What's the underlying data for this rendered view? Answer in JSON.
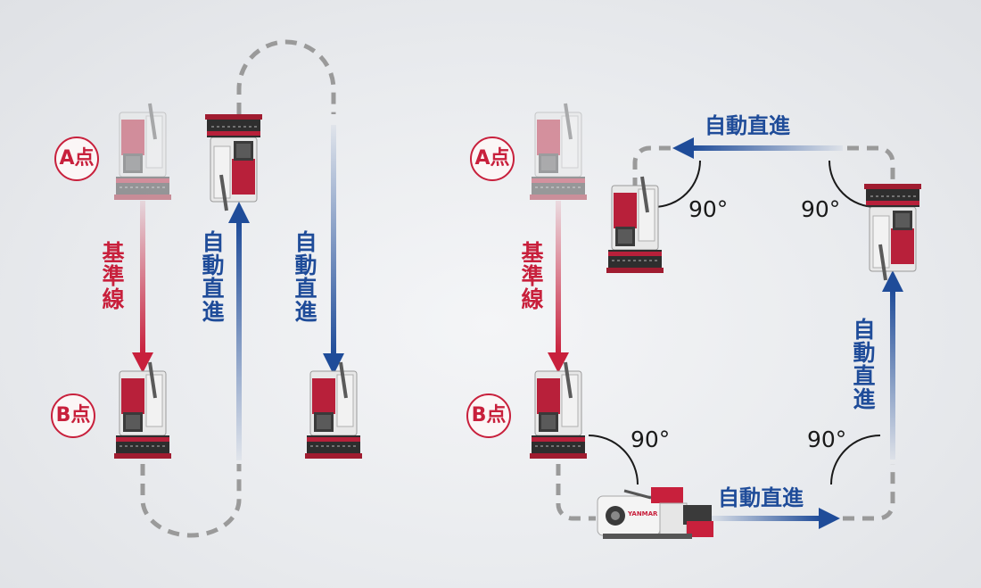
{
  "colors": {
    "red": "#c8203c",
    "blue": "#1f4c99",
    "dash": "#9a9a9a"
  },
  "left": {
    "point_a": "A点",
    "point_b": "B点",
    "baseline": "基準線",
    "auto_up": "自動直進",
    "auto_down": "自動直進"
  },
  "right": {
    "point_a": "A点",
    "point_b": "B点",
    "baseline": "基準線",
    "auto_top": "自動直進",
    "auto_right": "自動直進",
    "auto_bottom": "自動直進",
    "angle_top_left": "90°",
    "angle_top_right": "90°",
    "angle_bottom_left": "90°",
    "angle_bottom_right": "90°",
    "brand": "YANMAR"
  }
}
